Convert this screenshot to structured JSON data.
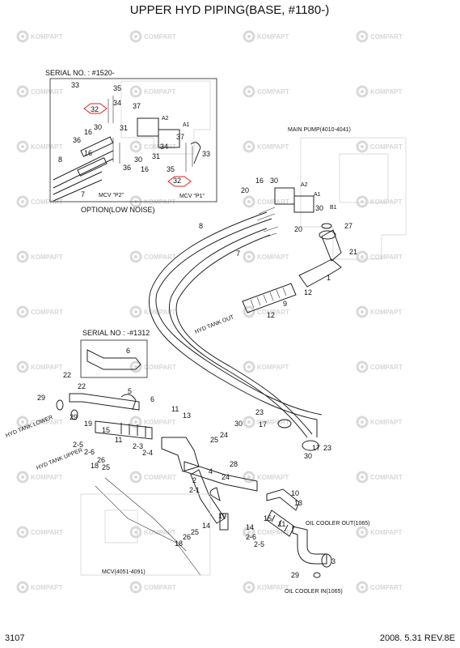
{
  "title": "UPPER HYD PIPING(BASE,  #1180-)",
  "page_number": "3107",
  "footer_date_rev": "2008. 5.31  REV.8E",
  "watermarks": {
    "left_word": "KOMPAPT",
    "right_word": "COMPART"
  },
  "inset_option": {
    "serial": "SERIAL NO. : #1520-",
    "caption": "OPTION(LOW NOISE)",
    "labels": [
      "33",
      "35",
      "32",
      "34",
      "37",
      "30",
      "31",
      "A2",
      "A1",
      "36",
      "16",
      "8",
      "36",
      "16",
      "30",
      "31",
      "34",
      "16",
      "37",
      "33",
      "35",
      "32",
      "7",
      "MCV \"P2\"",
      "MCV \"P1\""
    ]
  },
  "inset_serial_1312": {
    "serial": "SERIAL NO : -#1312",
    "labels": [
      "6",
      "22"
    ]
  },
  "callouts": {
    "main_pump": "MAIN PUMP(4010-4041)",
    "hyd_tank_out": "HYD TANK OUT",
    "hyd_tank_lower": "HYD TANK LOWER",
    "hyd_tank_upper": "HYD TANK UPPER",
    "oil_cooler_out": "OIL COOLER OUT(1065)",
    "oil_cooler_in": "OIL COOLER IN(1065)",
    "mcv": "MCV(4051-4091)",
    "port_b1": "B1",
    "port_a1": "A1",
    "port_a2": "A2"
  },
  "part_labels": {
    "p20a": "20",
    "p16a": "16",
    "p30a": "30",
    "p30b": "30",
    "p27": "27",
    "p20b": "20",
    "p8": "8",
    "p7": "7",
    "p21": "21",
    "p1": "1",
    "p9": "9",
    "p12a": "12",
    "p12b": "12",
    "p29a": "29",
    "p29b": "29",
    "p22": "22",
    "p19": "19",
    "p5": "5",
    "p6": "6",
    "p11a": "11",
    "p13a": "13",
    "p15a": "15",
    "p11b": "11",
    "p2-5a": "2-5",
    "p2-6a": "2-6",
    "p18a": "18",
    "p26a": "26",
    "p25a": "25",
    "p2-3": "2-3",
    "p2-4": "2-4",
    "p25b": "25",
    "p24a": "24",
    "p30c": "30",
    "p23a": "23",
    "p17a": "17",
    "p23b": "23",
    "p30d": "30",
    "p17b": "17",
    "p28": "28",
    "p24b": "24",
    "p4": "4",
    "p2": "2",
    "p2-1": "2-1",
    "p10": "10",
    "p13b": "13",
    "p11c": "11",
    "p15b": "15",
    "p14a": "14",
    "p14b": "14",
    "p19b": "19",
    "p2-6b": "2-6",
    "p2-5b": "2-5",
    "p25c": "25",
    "p26b": "26",
    "p18b": "18",
    "p3": "3",
    "p29c": "29"
  }
}
